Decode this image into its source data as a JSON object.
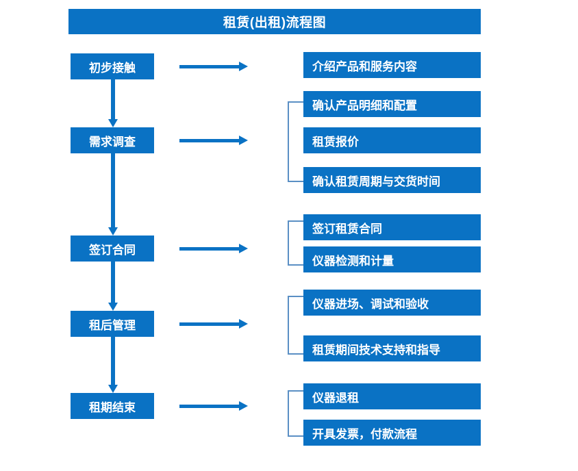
{
  "title": "租赁(出租)流程图",
  "theme": {
    "box_fill": "#0a72c4",
    "box_text": "#ffffff",
    "arrow": "#0a72c4",
    "bracket": "#5a8fc4",
    "background": "#ffffff"
  },
  "stages": [
    {
      "id": "stage-1",
      "label": "初步接触"
    },
    {
      "id": "stage-2",
      "label": "需求调查"
    },
    {
      "id": "stage-3",
      "label": "签订合同"
    },
    {
      "id": "stage-4",
      "label": "租后管理"
    },
    {
      "id": "stage-5",
      "label": "租期结束"
    }
  ],
  "tasks": [
    {
      "id": "task-1",
      "label": "介绍产品和服务内容"
    },
    {
      "id": "task-2",
      "label": "确认产品明细和配置"
    },
    {
      "id": "task-3",
      "label": "租赁报价"
    },
    {
      "id": "task-4",
      "label": "确认租赁周期与交货时间"
    },
    {
      "id": "task-5",
      "label": "签订租赁合同"
    },
    {
      "id": "task-6",
      "label": "仪器检测和计量"
    },
    {
      "id": "task-7",
      "label": "仪器进场、调试和验收"
    },
    {
      "id": "task-8",
      "label": "租赁期间技术支持和指导"
    },
    {
      "id": "task-9",
      "label": "仪器退租"
    },
    {
      "id": "task-10",
      "label": "开具发票，付款流程"
    }
  ],
  "groups": [
    {
      "id": "group-demand",
      "stage": "需求调查",
      "tasks": [
        "确认产品明细和配置",
        "租赁报价",
        "确认租赁周期与交货时间"
      ]
    },
    {
      "id": "group-contract",
      "stage": "签订合同",
      "tasks": [
        "签订租赁合同",
        "仪器检测和计量"
      ]
    },
    {
      "id": "group-after",
      "stage": "租后管理",
      "tasks": [
        "仪器进场、调试和验收",
        "租赁期间技术支持和指导"
      ]
    },
    {
      "id": "group-end",
      "stage": "租期结束",
      "tasks": [
        "仪器退租",
        "开具发票，付款流程"
      ]
    }
  ]
}
